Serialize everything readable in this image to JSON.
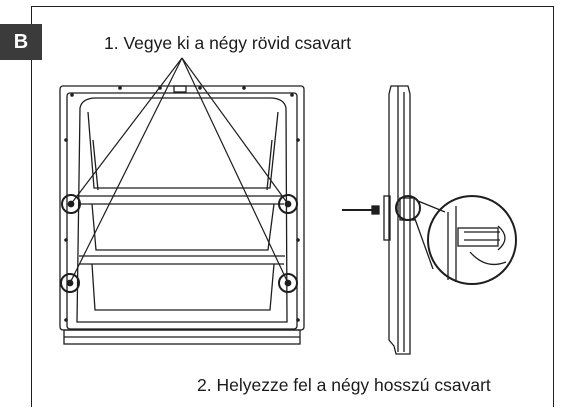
{
  "figure": {
    "label": "B",
    "step_1": "1. Vegye ki a négy rövid csavart",
    "step_2": "2. Helyezze fel a négy hosszú csavart"
  }
}
